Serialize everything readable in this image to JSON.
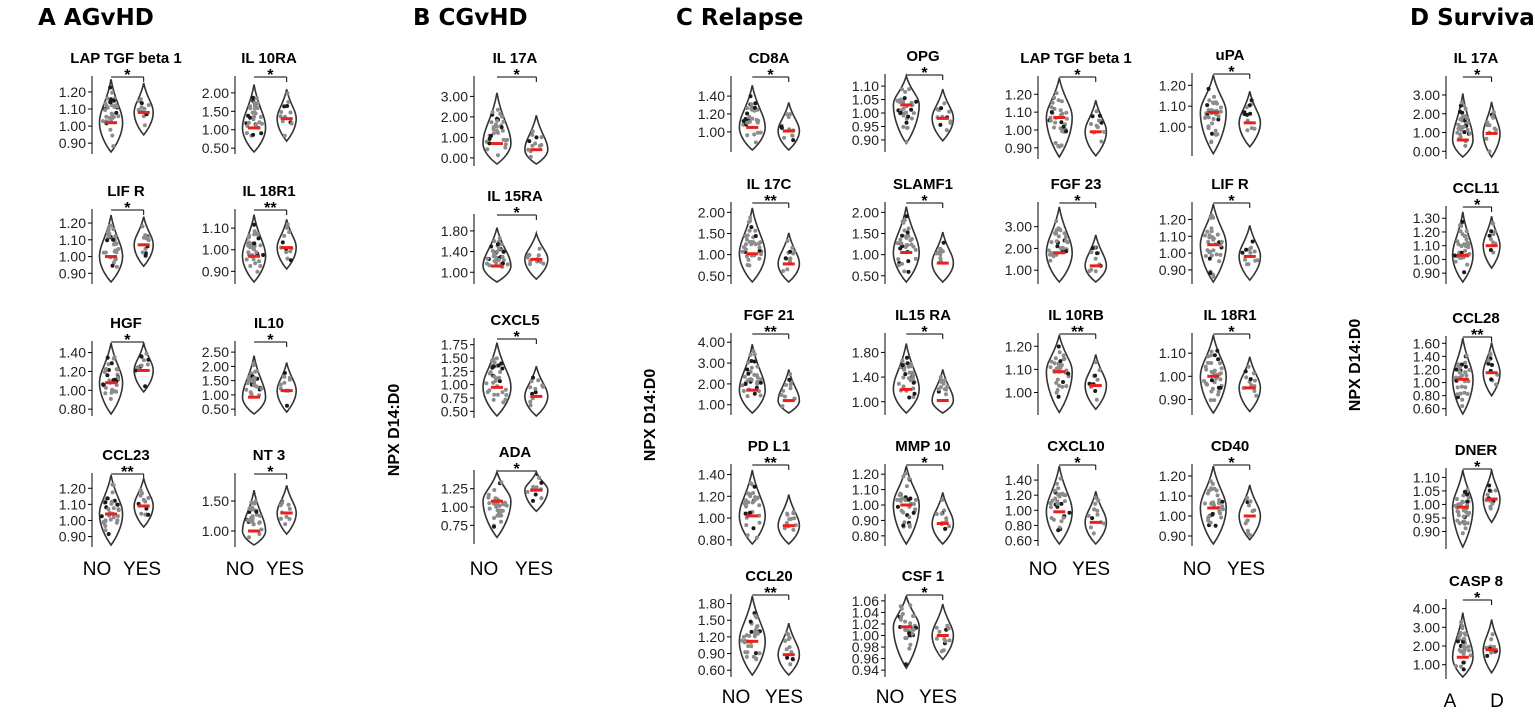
{
  "panels": [
    {
      "id": "A",
      "title": "A AGvHD",
      "y_label": "",
      "x_labels": [
        "NO",
        "YES"
      ]
    },
    {
      "id": "B",
      "title": "B CGvHD",
      "y_label": "NPX D14:D0",
      "x_labels": [
        "NO",
        "YES"
      ]
    },
    {
      "id": "C",
      "title": "C Relapse",
      "y_label": "NPX D14:D0",
      "x_labels": [
        "NO",
        "YES"
      ]
    },
    {
      "id": "D",
      "title": "D Survival",
      "y_label": "NPX D14:D0",
      "x_labels": [
        "A",
        "D"
      ]
    }
  ],
  "colors": {
    "median": "#e8211c",
    "points": "#8c8c8c",
    "dark_points": "#1a1a1a",
    "outline": "#333333"
  },
  "chart_data": [
    {
      "panel": "A",
      "type": "violin",
      "title": "LAP TGF beta 1",
      "significance": "*",
      "ticks": [
        "1.20",
        "1.10",
        "1.00",
        "0.90"
      ],
      "ylim": [
        0.86,
        1.27
      ],
      "median": [
        1.02,
        1.08
      ],
      "categories": [
        "NO",
        "YES"
      ]
    },
    {
      "panel": "A",
      "type": "violin",
      "title": "IL 10RA",
      "significance": "*",
      "ticks": [
        "2.00",
        "1.50",
        "1.00",
        "0.50"
      ],
      "ylim": [
        0.45,
        2.35
      ],
      "median": [
        1.05,
        1.3
      ],
      "categories": [
        "NO",
        "YES"
      ]
    },
    {
      "panel": "A",
      "type": "violin",
      "title": "LIF R",
      "significance": "*",
      "ticks": [
        "1.20",
        "1.10",
        "1.00",
        "0.90"
      ],
      "ylim": [
        0.86,
        1.26
      ],
      "median": [
        1.0,
        1.07
      ],
      "categories": [
        "NO",
        "YES"
      ]
    },
    {
      "panel": "A",
      "type": "violin",
      "title": "IL 18R1",
      "significance": "**",
      "ticks": [
        "1.10",
        "1.00",
        "0.90"
      ],
      "ylim": [
        0.86,
        1.17
      ],
      "median": [
        0.97,
        1.01
      ],
      "categories": [
        "NO",
        "YES"
      ]
    },
    {
      "panel": "A",
      "type": "violin",
      "title": "HGF",
      "significance": "*",
      "ticks": [
        "1.40",
        "1.20",
        "1.00",
        "0.80"
      ],
      "ylim": [
        0.77,
        1.48
      ],
      "median": [
        1.08,
        1.21
      ],
      "categories": [
        "NO",
        "YES"
      ]
    },
    {
      "panel": "A",
      "type": "violin",
      "title": "IL10",
      "significance": "*",
      "ticks": [
        "2.50",
        "2.00",
        "1.50",
        "1.00",
        "0.50"
      ],
      "ylim": [
        0.4,
        2.75
      ],
      "median": [
        0.92,
        1.15
      ],
      "categories": [
        "NO",
        "YES"
      ]
    },
    {
      "panel": "A",
      "type": "violin",
      "title": "CCL23",
      "significance": "**",
      "ticks": [
        "1.20",
        "1.10",
        "1.00",
        "0.90"
      ],
      "ylim": [
        0.86,
        1.27
      ],
      "median": [
        1.04,
        1.09
      ],
      "categories": [
        "NO",
        "YES"
      ]
    },
    {
      "panel": "A",
      "type": "violin",
      "title": "NT 3",
      "significance": "*",
      "ticks": [
        "1.50",
        "1.00"
      ],
      "ylim": [
        0.8,
        1.9
      ],
      "median": [
        1.0,
        1.3
      ],
      "categories": [
        "NO",
        "YES"
      ]
    },
    {
      "panel": "B",
      "type": "violin",
      "title": "IL 17A",
      "significance": "*",
      "ticks": [
        "3.00",
        "2.00",
        "1.00",
        "0.00"
      ],
      "ylim": [
        -0.2,
        3.8
      ],
      "median": [
        0.7,
        0.4
      ],
      "categories": [
        "NO",
        "YES"
      ]
    },
    {
      "panel": "B",
      "type": "violin",
      "title": "IL 15RA",
      "significance": "*",
      "ticks": [
        "1.80",
        "1.40",
        "1.00"
      ],
      "ylim": [
        0.85,
        2.05
      ],
      "median": [
        1.12,
        1.25
      ],
      "categories": [
        "NO",
        "YES"
      ]
    },
    {
      "panel": "B",
      "type": "violin",
      "title": "CXCL5",
      "significance": "*",
      "ticks": [
        "1.75",
        "1.50",
        "1.25",
        "1.00",
        "0.75",
        "0.50"
      ],
      "ylim": [
        0.45,
        1.8
      ],
      "median": [
        0.95,
        0.78
      ],
      "categories": [
        "NO",
        "YES"
      ]
    },
    {
      "panel": "B",
      "type": "violin",
      "title": "ADA",
      "significance": "*",
      "ticks": [
        "1.25",
        "1.00",
        "0.75"
      ],
      "ylim": [
        0.55,
        1.45
      ],
      "median": [
        1.08,
        1.23
      ],
      "categories": [
        "NO",
        "YES"
      ]
    },
    {
      "panel": "C",
      "type": "violin",
      "title": "CD8A",
      "significance": "*",
      "ticks": [
        "1.40",
        "1.20",
        "1.00"
      ],
      "ylim": [
        0.82,
        1.58
      ],
      "median": [
        1.05,
        1.01
      ],
      "categories": [
        "NO",
        "YES"
      ]
    },
    {
      "panel": "C",
      "type": "violin",
      "title": "OPG",
      "significance": "*",
      "ticks": [
        "1.10",
        "1.05",
        "1.00",
        "0.95",
        "0.90"
      ],
      "ylim": [
        0.87,
        1.13
      ],
      "median": [
        1.03,
        0.98
      ],
      "categories": [
        "NO",
        "YES"
      ]
    },
    {
      "panel": "C",
      "type": "violin",
      "title": "LAP TGF beta 1",
      "significance": "*",
      "ticks": [
        "1.20",
        "1.10",
        "1.00",
        "0.90"
      ],
      "ylim": [
        0.86,
        1.28
      ],
      "median": [
        1.07,
        0.99
      ],
      "categories": [
        "NO",
        "YES"
      ]
    },
    {
      "panel": "C",
      "type": "violin",
      "title": "uPA",
      "significance": "*",
      "ticks": [
        "1.20",
        "1.10",
        "1.00"
      ],
      "ylim": [
        0.88,
        1.24
      ],
      "median": [
        1.07,
        1.02
      ],
      "categories": [
        "NO",
        "YES"
      ]
    },
    {
      "panel": "C",
      "type": "violin",
      "title": "IL 17C",
      "significance": "**",
      "ticks": [
        "2.00",
        "1.50",
        "1.00",
        "0.50"
      ],
      "ylim": [
        0.4,
        2.15
      ],
      "median": [
        1.02,
        0.78
      ],
      "categories": [
        "NO",
        "YES"
      ]
    },
    {
      "panel": "C",
      "type": "violin",
      "title": "SLAMF1",
      "significance": "*",
      "ticks": [
        "2.00",
        "1.50",
        "1.00",
        "0.50"
      ],
      "ylim": [
        0.4,
        2.15
      ],
      "median": [
        1.05,
        0.8
      ],
      "categories": [
        "NO",
        "YES"
      ]
    },
    {
      "panel": "C",
      "type": "violin",
      "title": "FGF 23",
      "significance": "*",
      "ticks": [
        "3.00",
        "2.00",
        "1.00"
      ],
      "ylim": [
        0.55,
        3.95
      ],
      "median": [
        1.8,
        1.2
      ],
      "categories": [
        "NO",
        "YES"
      ]
    },
    {
      "panel": "C",
      "type": "violin",
      "title": "LIF R",
      "significance": "*",
      "ticks": [
        "1.20",
        "1.10",
        "1.00",
        "0.90"
      ],
      "ylim": [
        0.84,
        1.28
      ],
      "median": [
        1.05,
        0.98
      ],
      "categories": [
        "NO",
        "YES"
      ]
    },
    {
      "panel": "C",
      "type": "violin",
      "title": "FGF 21",
      "significance": "**",
      "ticks": [
        "4.00",
        "3.00",
        "2.00",
        "1.00"
      ],
      "ylim": [
        0.7,
        4.25
      ],
      "median": [
        1.7,
        1.2
      ],
      "categories": [
        "NO",
        "YES"
      ]
    },
    {
      "panel": "C",
      "type": "violin",
      "title": "IL15 RA",
      "significance": "*",
      "ticks": [
        "1.80",
        "1.40",
        "1.00"
      ],
      "ylim": [
        0.85,
        2.05
      ],
      "median": [
        1.2,
        1.02
      ],
      "categories": [
        "NO",
        "YES"
      ]
    },
    {
      "panel": "C",
      "type": "violin",
      "title": "IL 10RB",
      "significance": "**",
      "ticks": [
        "1.20",
        "1.10",
        "1.00"
      ],
      "ylim": [
        0.92,
        1.24
      ],
      "median": [
        1.09,
        1.03
      ],
      "categories": [
        "NO",
        "YES"
      ]
    },
    {
      "panel": "C",
      "type": "violin",
      "title": "IL 18R1",
      "significance": "*",
      "ticks": [
        "1.10",
        "1.00",
        "0.90"
      ],
      "ylim": [
        0.85,
        1.17
      ],
      "median": [
        1.0,
        0.95
      ],
      "categories": [
        "NO",
        "YES"
      ]
    },
    {
      "panel": "C",
      "type": "violin",
      "title": "PD L1",
      "significance": "**",
      "ticks": [
        "1.40",
        "1.20",
        "1.00",
        "0.80"
      ],
      "ylim": [
        0.78,
        1.46
      ],
      "median": [
        1.02,
        0.93
      ],
      "categories": [
        "NO",
        "YES"
      ]
    },
    {
      "panel": "C",
      "type": "violin",
      "title": "MMP 10",
      "significance": "*",
      "ticks": [
        "1.20",
        "1.10",
        "1.00",
        "0.90",
        "0.80"
      ],
      "ylim": [
        0.76,
        1.24
      ],
      "median": [
        1.0,
        0.88
      ],
      "categories": [
        "NO",
        "YES"
      ]
    },
    {
      "panel": "C",
      "type": "violin",
      "title": "CXCL10",
      "significance": "*",
      "ticks": [
        "1.40",
        "1.20",
        "1.00",
        "0.80",
        "0.60"
      ],
      "ylim": [
        0.58,
        1.56
      ],
      "median": [
        0.98,
        0.84
      ],
      "categories": [
        "NO",
        "YES"
      ]
    },
    {
      "panel": "C",
      "type": "violin",
      "title": "CD40",
      "significance": "*",
      "ticks": [
        "1.20",
        "1.10",
        "1.00",
        "0.90"
      ],
      "ylim": [
        0.87,
        1.24
      ],
      "median": [
        1.04,
        1.0
      ],
      "categories": [
        "NO",
        "YES"
      ]
    },
    {
      "panel": "C",
      "type": "violin",
      "title": "CCL20",
      "significance": "**",
      "ticks": [
        "1.80",
        "1.50",
        "1.20",
        "0.90",
        "0.60"
      ],
      "ylim": [
        0.55,
        1.9
      ],
      "median": [
        1.12,
        0.88
      ],
      "categories": [
        "NO",
        "YES"
      ]
    },
    {
      "panel": "C",
      "type": "violin",
      "title": "CSF 1",
      "significance": "*",
      "ticks": [
        "1.06",
        "1.04",
        "1.02",
        "1.00",
        "0.98",
        "0.96",
        "0.94"
      ],
      "ylim": [
        0.935,
        1.065
      ],
      "median": [
        1.015,
        1.0
      ],
      "categories": [
        "NO",
        "YES"
      ]
    },
    {
      "panel": "D",
      "type": "violin",
      "title": "IL 17A",
      "significance": "*",
      "ticks": [
        "3.00",
        "2.00",
        "1.00",
        "0.00"
      ],
      "ylim": [
        -0.2,
        3.8
      ],
      "median": [
        0.6,
        0.95
      ],
      "categories": [
        "A",
        "D"
      ]
    },
    {
      "panel": "D",
      "type": "violin",
      "title": "CCL11",
      "significance": "*",
      "ticks": [
        "1.30",
        "1.20",
        "1.10",
        "1.00",
        "0.90"
      ],
      "ylim": [
        0.85,
        1.36
      ],
      "median": [
        1.03,
        1.1
      ],
      "categories": [
        "A",
        "D"
      ]
    },
    {
      "panel": "D",
      "type": "violin",
      "title": "CCL28",
      "significance": "**",
      "ticks": [
        "1.60",
        "1.40",
        "1.20",
        "1.00",
        "0.80",
        "0.60"
      ],
      "ylim": [
        0.55,
        1.65
      ],
      "median": [
        1.05,
        1.15
      ],
      "categories": [
        "A",
        "D"
      ]
    },
    {
      "panel": "D",
      "type": "violin",
      "title": "DNER",
      "significance": "*",
      "ticks": [
        "1.10",
        "1.05",
        "1.00",
        "0.95",
        "0.90"
      ],
      "ylim": [
        0.85,
        1.12
      ],
      "median": [
        0.99,
        1.02
      ],
      "categories": [
        "A",
        "D"
      ]
    },
    {
      "panel": "D",
      "type": "violin",
      "title": "CASP 8",
      "significance": "*",
      "ticks": [
        "4.00",
        "3.00",
        "2.00",
        "1.00"
      ],
      "ylim": [
        0.45,
        4.3
      ],
      "median": [
        1.4,
        1.8
      ],
      "categories": [
        "A",
        "D"
      ]
    }
  ]
}
